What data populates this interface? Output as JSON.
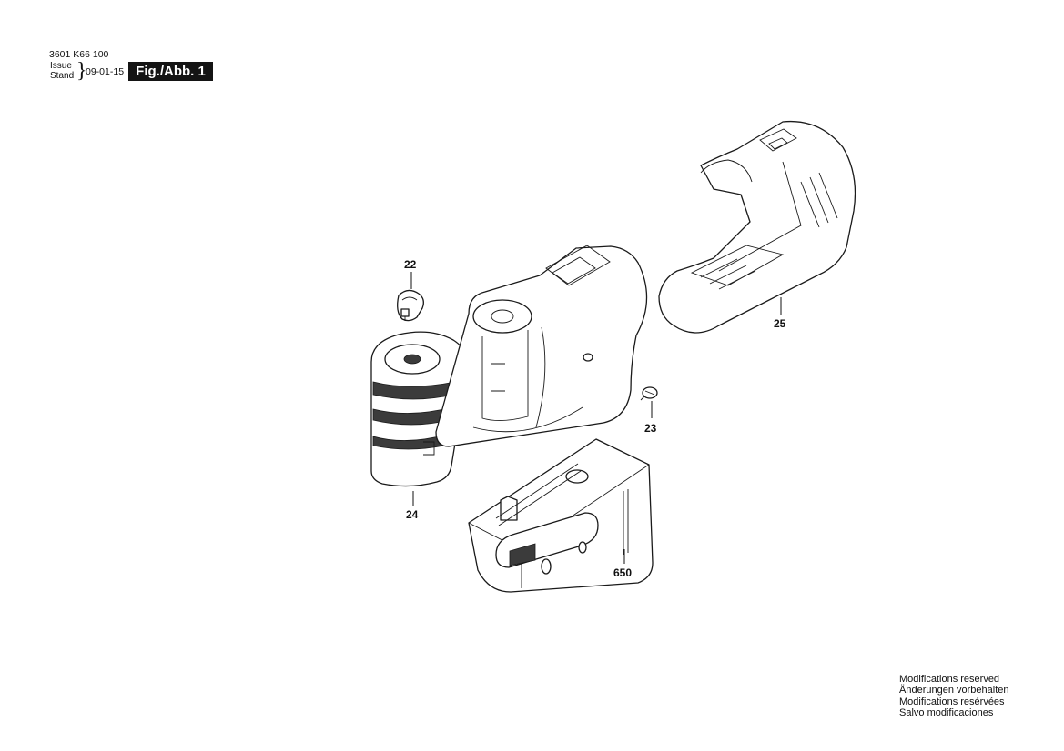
{
  "header": {
    "part_number": "3601 K66 100",
    "issue_label": "Issue",
    "stand_label": "Stand",
    "date": "09-01-15",
    "figure": "Fig./Abb. 1"
  },
  "callouts": {
    "p22": "22",
    "p23": "23",
    "p24": "24",
    "p25": "25",
    "p650": "650"
  },
  "notes": [
    "Modifications reserved",
    "Änderungen vorbehalten",
    "Modifications resérvées",
    "Salvo modificaciones"
  ]
}
